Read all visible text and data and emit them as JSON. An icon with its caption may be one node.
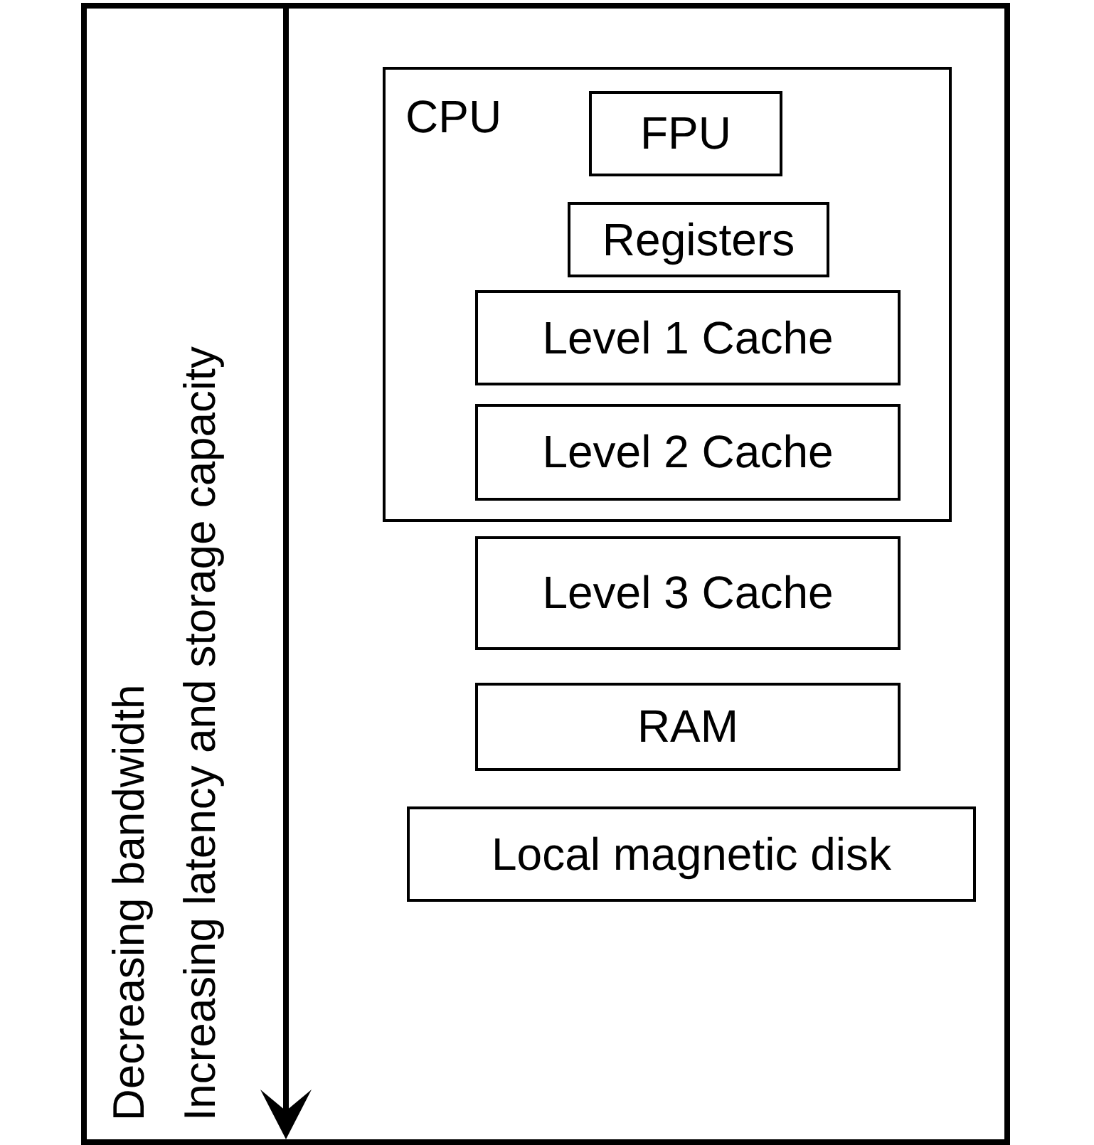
{
  "diagram": {
    "nodes": [
      {
        "text": [
          "CPU"
        ]
      },
      {
        "text": [
          "FPU"
        ],
        "in": 0
      },
      {
        "text": [
          "Registers"
        ],
        "in": 0
      },
      {
        "text": [
          "Level 1 Cache"
        ],
        "in": 0
      },
      {
        "text": [
          "Level 2 Cache"
        ],
        "in": 0
      },
      {
        "text": [
          "Level 3 Cache"
        ]
      },
      {
        "text": [
          "RAM"
        ]
      },
      {
        "text": [
          "Local magnetic disk"
        ]
      }
    ],
    "labels": [
      "Decreasing bandwidth",
      "Increasing latency and storage capacity"
    ]
  }
}
